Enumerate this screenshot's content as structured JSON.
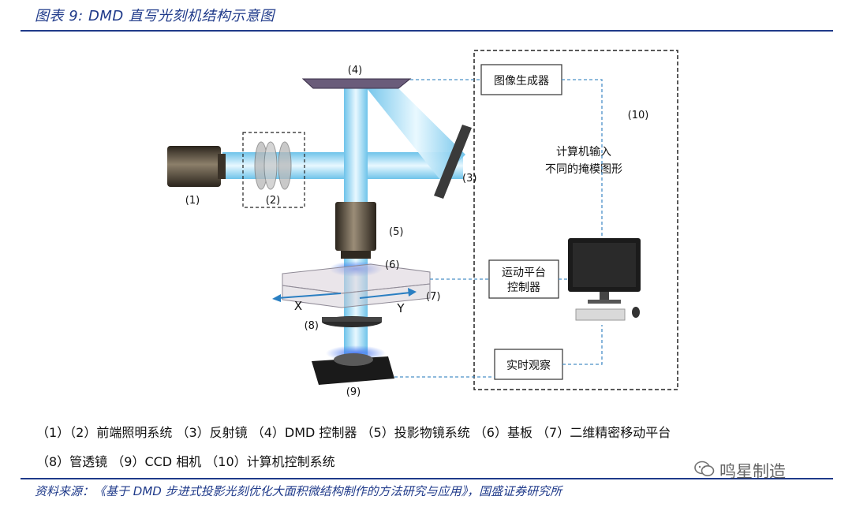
{
  "figure_title": "图表 9:  DMD 直写光刻机结构示意图",
  "labels": {
    "n1": "(1)",
    "n2": "(2)",
    "n3": "(3)",
    "n4": "(4)",
    "n5": "(5)",
    "n6": "(6)",
    "n7": "(7)",
    "n8": "(8)",
    "n9": "(9)",
    "n10": "(10)",
    "axis_x": "X",
    "axis_y": "Y"
  },
  "boxes": {
    "image_generator": "图像生成器",
    "motion_controller_line1": "运动平台",
    "motion_controller_line2": "控制器",
    "realtime_observe": "实时观察"
  },
  "computer_note_line1": "计算机输入",
  "computer_note_line2": "不同的掩模图形",
  "legend_line1": "（1）（2）前端照明系统  （3）反射镜  （4）DMD 控制器  （5）投影物镜系统  （6）基板  （7）二维精密移动平台",
  "legend_line2": "（8）管透镜  （9）CCD 相机  （10）计算机控制系统",
  "source": "资料来源：《基于 DMD 步进式投影光刻优化大面积微结构制作的方法研究与应用》，国盛证券研究所",
  "watermark": "鸣星制造",
  "colors": {
    "title_blue": "#1f3a8a",
    "beam": "#8fd3f0",
    "dashed_link": "#4a90c8"
  }
}
